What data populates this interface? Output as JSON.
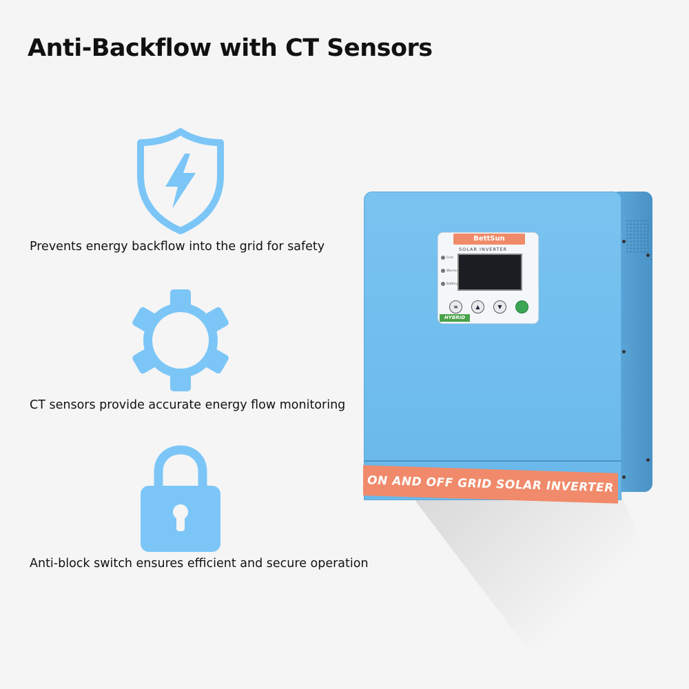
{
  "title": "Anti-Backflow with CT Sensors",
  "features": [
    {
      "icon": "shield-lightning-icon",
      "text": "Prevents energy backflow into the grid for safety"
    },
    {
      "icon": "gear-icon",
      "text": "CT sensors provide accurate energy flow monitoring"
    },
    {
      "icon": "padlock-icon",
      "text": "Anti-block switch ensures efficient and secure operation"
    }
  ],
  "product": {
    "brand": "BettSun",
    "panel_subtitle": "SOLAR INVERTER",
    "indicators": [
      "Grid",
      "Warning",
      "Battery"
    ],
    "badge": "HYBRID",
    "banner": "ON AND OFF GRID SOLAR INVERTER"
  },
  "colors": {
    "icon": "#7cc6f7",
    "inverter_body": "#6bb9ec",
    "banner": "#f08a6a"
  }
}
